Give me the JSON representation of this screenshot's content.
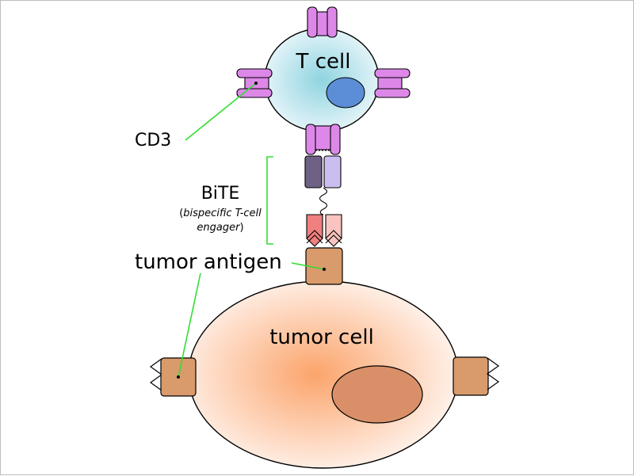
{
  "labels": {
    "t_cell": "T cell",
    "cd3": "CD3",
    "bite": "BiTE",
    "bite_desc_pre": "(",
    "bite_desc_italic": "bispecific T-cell",
    "bite_desc_line2": "engager",
    "bite_desc_post": ")",
    "tumor_antigen": "tumor antigen",
    "tumor_cell": "tumor cell"
  },
  "colors": {
    "t_cell_center": "#8fd4e0",
    "t_cell_edge": "#eaf6fa",
    "t_cell_nucleus": "#5b8ed6",
    "cd3": "#dd88e8",
    "bite_anti_cd3_dark": "#6f6186",
    "bite_anti_cd3_light": "#cbbdf0",
    "bite_anti_tumor_dark": "#f07f7f",
    "bite_anti_tumor_light": "#f9c4c0",
    "tumor_antigen": "#d99a6c",
    "tumor_cell_center": "#fba46b",
    "tumor_cell_edge": "#fff4ee",
    "tumor_nucleus": "#d99068",
    "leader_line": "#33dd33"
  }
}
